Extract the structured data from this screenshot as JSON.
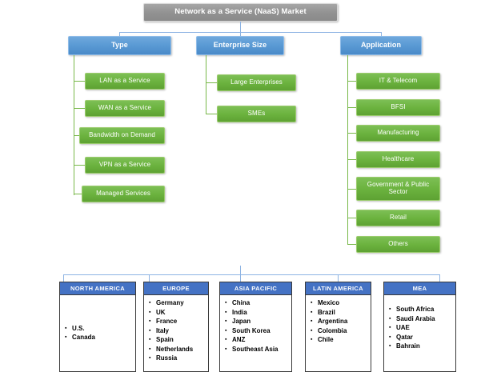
{
  "diagram": {
    "root": {
      "label": "Network as a Service (NaaS) Market"
    },
    "colors": {
      "root_gray": "#919191",
      "level1_blue": "#5b9bd5",
      "level2_green": "#6cb33f",
      "region_header_blue": "#4472c4",
      "connector_blue": "#8eb4e3",
      "connector_green": "#79b84a",
      "background": "#ffffff"
    },
    "branches": [
      {
        "label": "Type",
        "children": [
          {
            "label": "LAN as a Service"
          },
          {
            "label": "WAN as a Service"
          },
          {
            "label": "Bandwidth on Demand"
          },
          {
            "label": "VPN as a Service"
          },
          {
            "label": "Managed Services"
          }
        ]
      },
      {
        "label": "Enterprise Size",
        "children": [
          {
            "label": "Large Enterprises"
          },
          {
            "label": "SMEs"
          }
        ]
      },
      {
        "label": "Application",
        "children": [
          {
            "label": "IT & Telecom"
          },
          {
            "label": "BFSI"
          },
          {
            "label": "Manufacturing"
          },
          {
            "label": "Healthcare"
          },
          {
            "label": "Government & Public Sector"
          },
          {
            "label": "Retail"
          },
          {
            "label": "Others"
          }
        ]
      }
    ],
    "regions": [
      {
        "name": "NORTH AMERICA",
        "countries": [
          "U.S.",
          "Canada"
        ]
      },
      {
        "name": "EUROPE",
        "countries": [
          "Germany",
          "UK",
          "France",
          "Italy",
          "Spain",
          "Netherlands",
          "Russia"
        ]
      },
      {
        "name": "ASIA PACIFIC",
        "countries": [
          "China",
          "India",
          "Japan",
          "South Korea",
          "ANZ",
          "Southeast Asia"
        ]
      },
      {
        "name": "LATIN AMERICA",
        "countries": [
          "Mexico",
          "Brazil",
          "Argentina",
          "Colombia",
          "Chile"
        ]
      },
      {
        "name": "MEA",
        "countries": [
          "South Africa",
          "Saudi Arabia",
          "UAE",
          "Qatar",
          "Bahrain"
        ]
      }
    ]
  }
}
